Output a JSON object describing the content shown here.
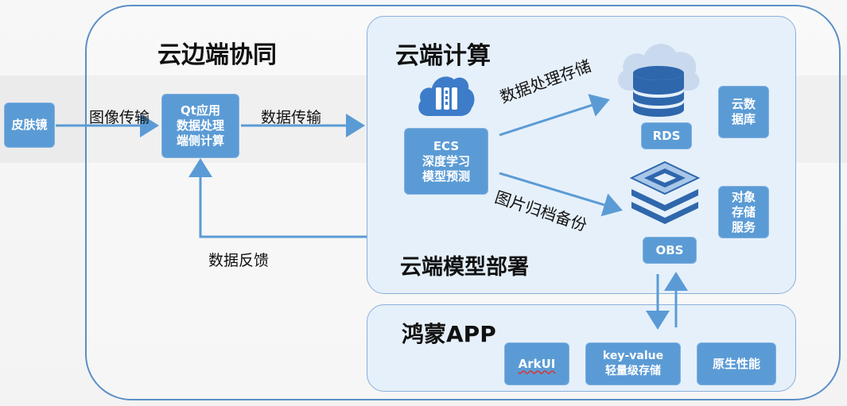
{
  "colors": {
    "accent": "#5b9bd5",
    "border": "#5b8fc7",
    "panel": "#e6f0fa"
  },
  "titles": {
    "cloud_edge": "云边端协同",
    "cloud_compute": "云端计算",
    "cloud_deploy": "云端模型部署",
    "harmony_app": "鸿蒙APP"
  },
  "nodes": {
    "dermatoscope": "皮肤镜",
    "qt": "Qt应用\n数据处理\n端侧计算",
    "ecs": "ECS\n深度学习\n模型预测",
    "rds": "RDS",
    "obs": "OBS",
    "cloud_db": "云数\n据库",
    "object_storage": "对象\n存储\n服务",
    "arkui": "ArkUI",
    "kv": "key-value\n轻量级存储",
    "native": "原生性能"
  },
  "edges": {
    "image_transfer": "图像传输",
    "data_transfer": "数据传输",
    "data_feedback": "数据反馈",
    "data_process_store": "数据处理存储",
    "image_archive": "图片归档备份"
  },
  "icons": [
    "server-cloud-icon",
    "database-icon",
    "storage-stack-icon"
  ]
}
